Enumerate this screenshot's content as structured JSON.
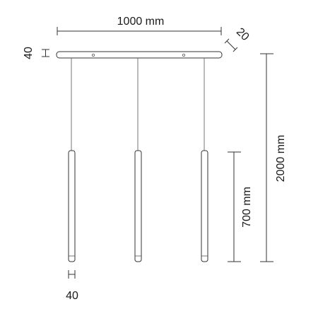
{
  "dimensions": {
    "width": "1000 mm",
    "depth": "20",
    "canopy_height": "40",
    "total_height": "2000 mm",
    "tube_length": "700 mm",
    "tube_diameter": "40"
  }
}
